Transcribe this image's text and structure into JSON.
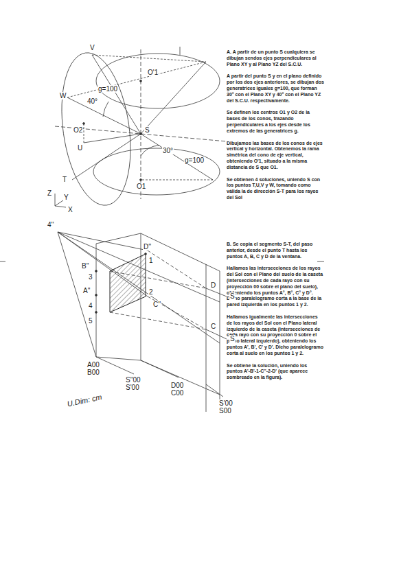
{
  "diagram": {
    "labels": [
      "A. A partir de un punto S cualquiera se dibujan sendos ejes perpendiculares al Plano XY y al Plano YZ del S.C.U.",
      "A partir del punto S y en el plano definido por los dos ejes anteriores, se dibujan dos generatrices iguales g=100, que forman 30° con el Plano XY y 40° con el Plano YZ del S.C.U. respectivamente.",
      "Se definen los centros O1 y O2 de la bases de los conos, trazando perpendiculares a los ejes desde los extremos de las generatrices g.",
      "Dibujamos las bases de los conos de ejes vertical y horizontal. Obtenemos la rama simétrica del cono de eje vertical, obteniendo O'1, situado a la misma distancia de S que O1.",
      "Se obtienen 4 soluciones, uniendo S con los puntos T,U,V y W, tomando como válida la de dirección S-T para los rayos del Sol",
      "B. Se copia el segmento S-T, del paso anterior, desde el punto T hasta los puntos A, B, C y D de la ventana.",
      "Hallamos las intersecciones de los rayos del Sol con el Plano del suelo de la caseta (intersecciones de cada rayo con su proyección 00 sobre el plano del suelo), obteniendo los puntos A°, B°, C° y D°. Dicho paralelogramo corta a la base de la pared izquierda en los puntos 1 y 2.",
      "Hallamos igualmente las intersecciones de los rayos del Sol con el Plano lateral izquierdo de la caseta (intersecciones de cada rayo con su proyección 0 sobre el plano lateral izquierdo), obteniendo los puntos A', B', C' y D'. Dicho paralelogramo corta al suelo en los puntos 1 y 2.",
      "Se obtiene la solución, uniendo los puntos A'-B'-1-C''-2-D' (que aparece sombreado en la figura).",
      "V",
      "W",
      "g=100",
      "O'1",
      "40°",
      "O2",
      "S",
      "U",
      "T",
      "g=100",
      "30°",
      "O1",
      "Z",
      "Y",
      "X",
      "4''",
      "D''",
      "B''",
      "C''",
      "A''",
      "1",
      "2",
      "3",
      "4",
      "5",
      "D",
      "C",
      "S",
      "S",
      "A00",
      "B00",
      "S''00",
      "S'00",
      "D00",
      "C00",
      "S'00",
      "S00",
      "U.Dim: cm"
    ]
  }
}
